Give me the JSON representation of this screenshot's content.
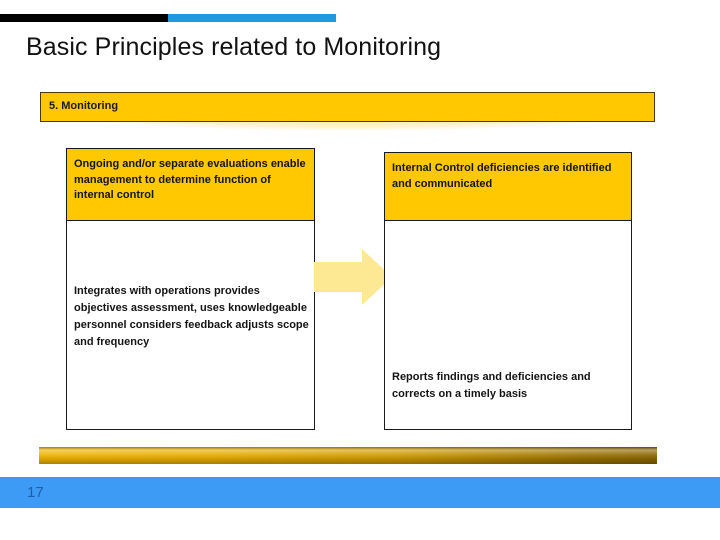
{
  "decor": {
    "topbar_black_color": "#000000",
    "topbar_blue_color": "#1e9be0",
    "accent_yellow": "#ffc800",
    "arrow_color": "#fde894",
    "gold_bar_start": "#f0b400",
    "gold_bar_end": "#8a6600",
    "footer_blue": "#3d9bf5"
  },
  "slide": {
    "title": "Basic Principles related to Monitoring",
    "section_header": "5. Monitoring",
    "page_number": "17"
  },
  "boxes": {
    "left": {
      "heading": "Ongoing and/or separate evaluations enable management to determine function of internal control",
      "body": "Integrates with operations provides objectives assessment, uses knowledgeable personnel considers feedback adjusts scope and frequency"
    },
    "right": {
      "heading": "Internal Control deficiencies are identified and communicated",
      "body": "Reports findings and deficiencies and corrects on a timely basis"
    }
  },
  "icons": {
    "flow_arrow": "right-arrow-icon"
  }
}
